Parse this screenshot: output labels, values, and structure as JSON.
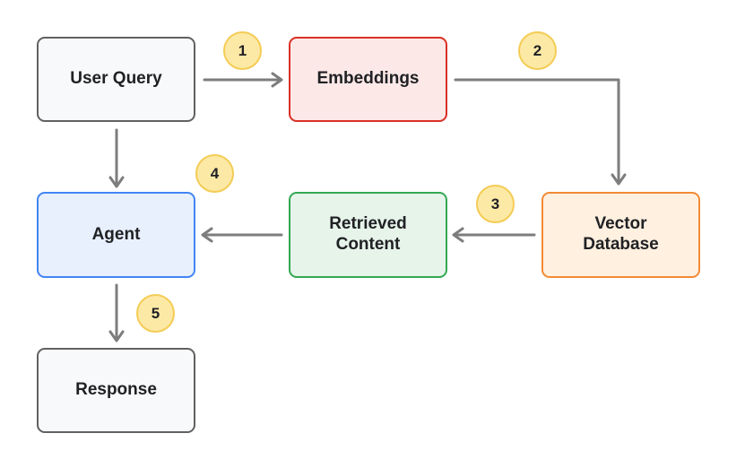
{
  "nodes": {
    "user_query": "User Query",
    "embeddings": "Embeddings",
    "vector_database": "Vector\nDatabase",
    "retrieved_content": "Retrieved\nContent",
    "agent": "Agent",
    "response": "Response"
  },
  "steps": [
    "1",
    "2",
    "3",
    "4",
    "5"
  ],
  "colors": {
    "neutral_fill": "#f8f9fa",
    "neutral_border": "#616161",
    "embeddings_fill": "#fde8e8",
    "embeddings_border": "#d93025",
    "vector_fill": "#fff0e0",
    "vector_border": "#f28b35",
    "retrieved_fill": "#e6f4ea",
    "retrieved_border": "#34a853",
    "agent_fill": "#e8f0fe",
    "agent_border": "#4285f4",
    "arrow": "#7d7d7d",
    "badge_fill": "#fde9a6",
    "badge_border": "#f4cc55"
  }
}
